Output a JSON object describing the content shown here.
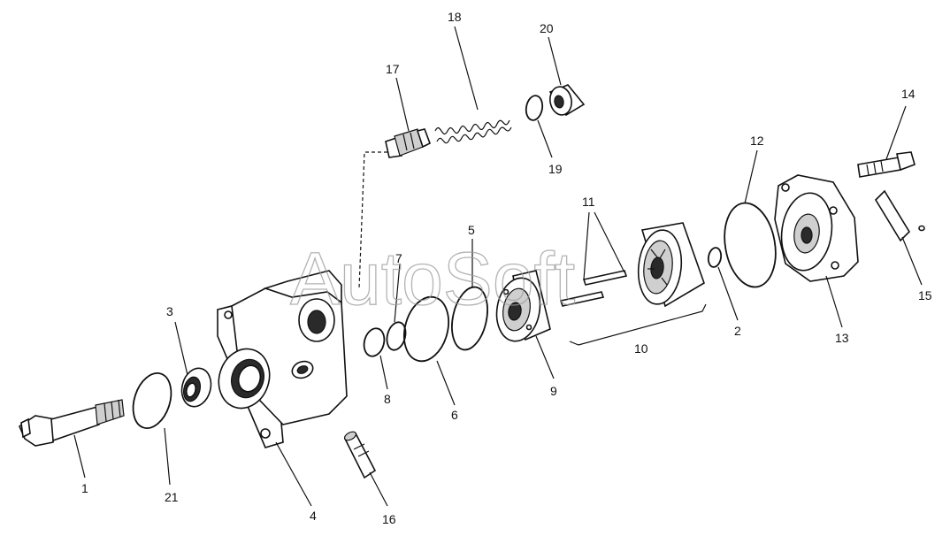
{
  "watermark": "AutoSoft",
  "callouts": {
    "c1": "1",
    "c2": "2",
    "c3": "3",
    "c4": "4",
    "c5": "5",
    "c6": "6",
    "c7": "7",
    "c8": "8",
    "c9": "9",
    "c10": "10",
    "c11": "11",
    "c12": "12",
    "c13": "13",
    "c14": "14",
    "c15": "15",
    "c16": "16",
    "c17": "17",
    "c18": "18",
    "c19": "19",
    "c20": "20",
    "c21": "21"
  }
}
